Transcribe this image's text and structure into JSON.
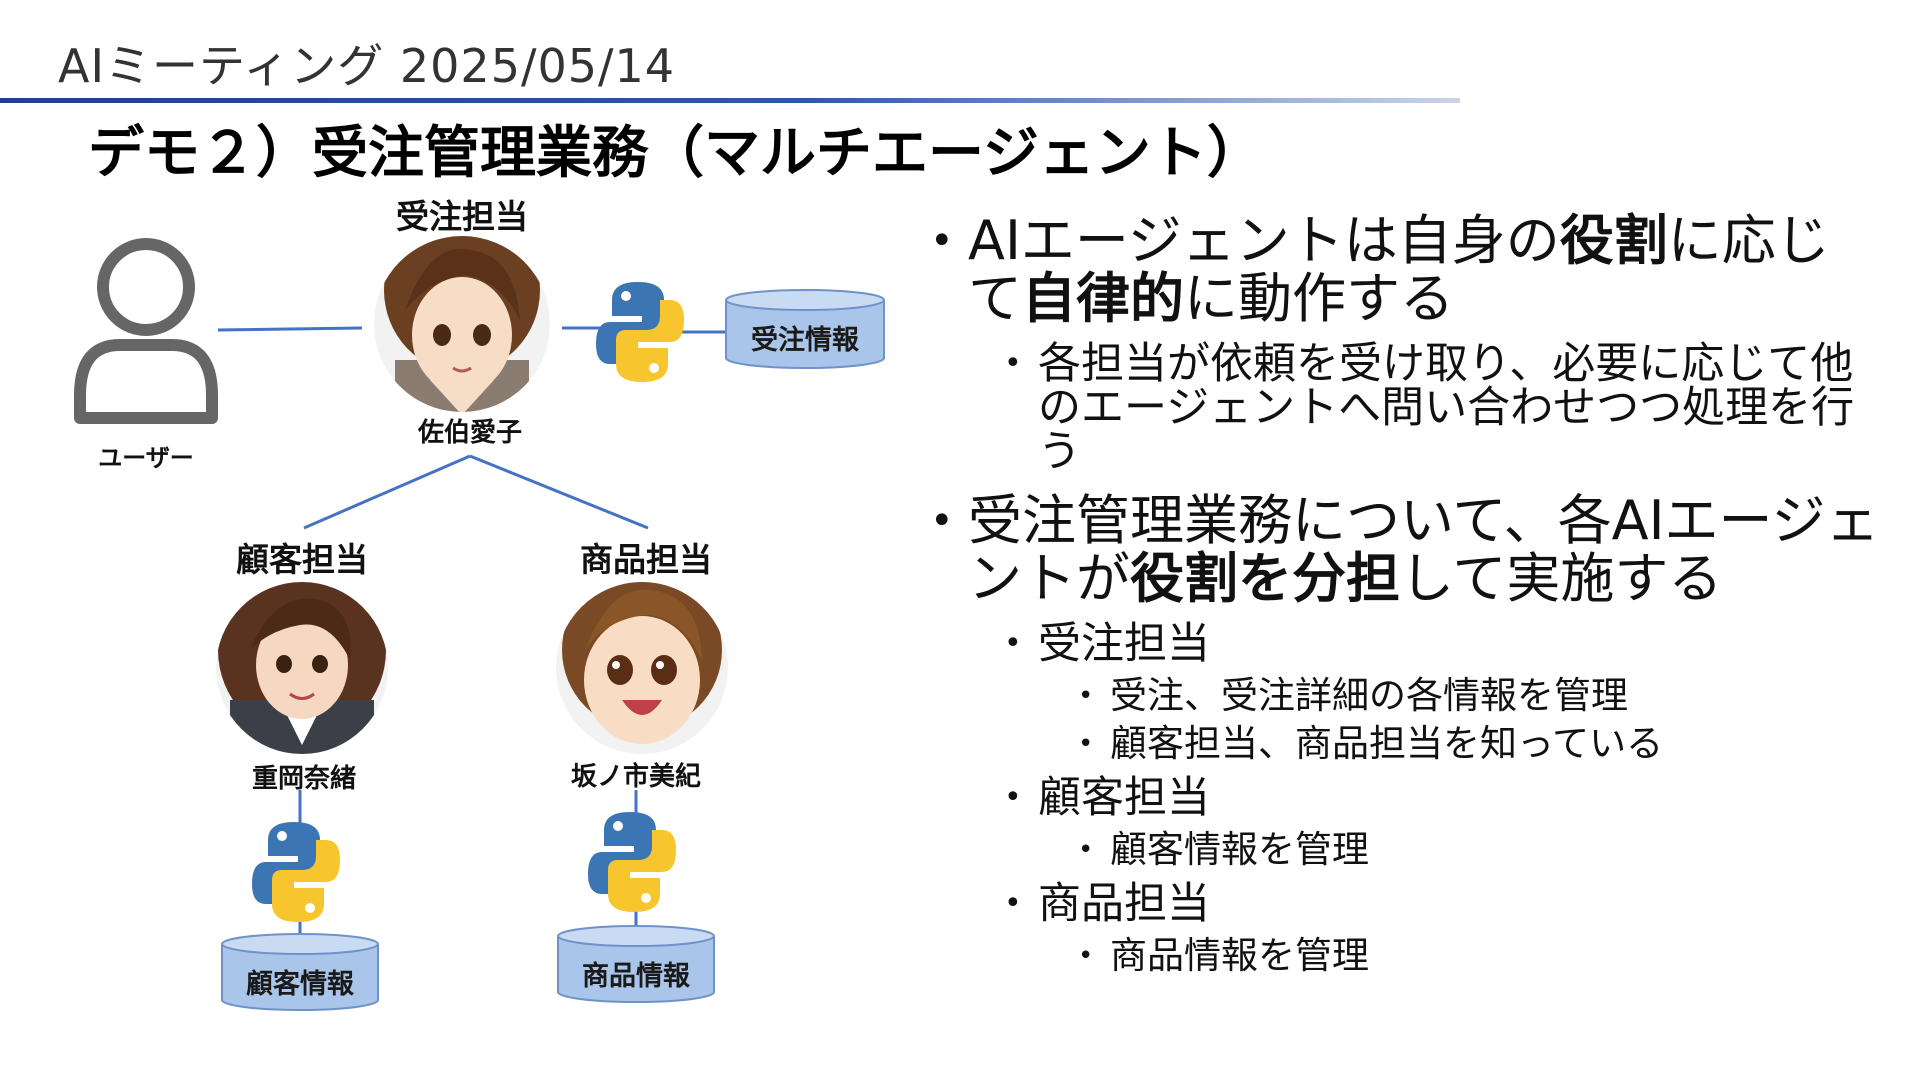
{
  "header": {
    "title": "AIミーティング 2025/05/14"
  },
  "slide": {
    "title": "デモ２）受注管理業務（マルチエージェント）"
  },
  "diagram": {
    "user_label": "ユーザー",
    "order_role": "受注担当",
    "order_name": "佐伯愛子",
    "customer_role": "顧客担当",
    "customer_name": "重岡奈緒",
    "product_role": "商品担当",
    "product_name": "坂ノ市美紀",
    "order_db": "受注情報",
    "customer_db": "顧客情報",
    "product_db": "商品情報",
    "line_color": "#4472c4",
    "db_color": "#a9c5ea"
  },
  "bullets": {
    "p1_a": "AIエージェントは自身の",
    "p1_b": "役割",
    "p1_c": "に応じて",
    "p1_d": "自律的",
    "p1_e": "に動作する",
    "p1_sub": "各担当が依頼を受け取り、必要に応じて他のエージェントへ問い合わせつつ処理を行う",
    "p2_a": "受注管理業務について、各AIエージェントが",
    "p2_b": "役割を分担",
    "p2_c": "して実施する",
    "order_head": "受注担当",
    "order_sub1": "受注、受注詳細の各情報を管理",
    "order_sub2": "顧客担当、商品担当を知っている",
    "customer_head": "顧客担当",
    "customer_sub1": "顧客情報を管理",
    "product_head": "商品担当",
    "product_sub1": "商品情報を管理"
  }
}
